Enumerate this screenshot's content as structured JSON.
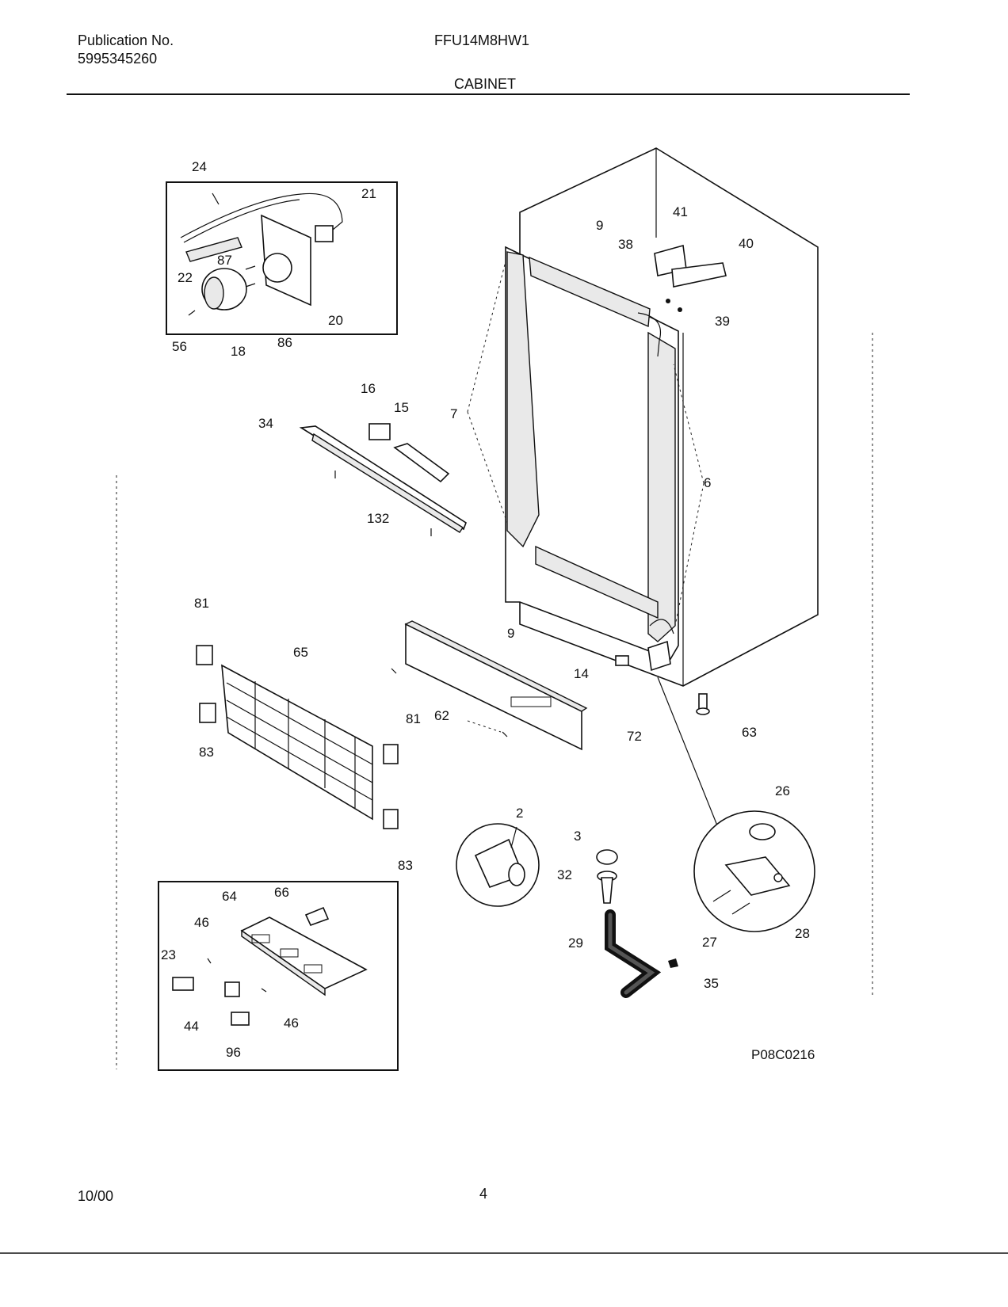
{
  "header": {
    "publication_label": "Publication No.",
    "publication_number": "5995345260",
    "model": "FFU14M8HW1",
    "section": "CABINET"
  },
  "diagram": {
    "figure_code": "P08C0216",
    "part_labels": {
      "p24": "24",
      "p21": "21",
      "p87": "87",
      "p22": "22",
      "p20": "20",
      "p56": "56",
      "p18": "18",
      "p86": "86",
      "p9a": "9",
      "p38": "38",
      "p41": "41",
      "p40": "40",
      "p39": "39",
      "p16": "16",
      "p15": "15",
      "p34": "34",
      "p7": "7",
      "p6": "6",
      "p132": "132",
      "p81a": "81",
      "p65": "65",
      "p83a": "83",
      "p81b": "81",
      "p62": "62",
      "p72": "72",
      "p83b": "83",
      "p9b": "9",
      "p14": "14",
      "p63": "63",
      "p2": "2",
      "p3": "3",
      "p32": "32",
      "p29": "29",
      "p35": "35",
      "p26": "26",
      "p27": "27",
      "p28": "28",
      "p64": "64",
      "p66": "66",
      "p46a": "46",
      "p23": "23",
      "p44": "44",
      "p46b": "46",
      "p96": "96"
    }
  },
  "footer": {
    "date": "10/00",
    "page_number": "4"
  }
}
